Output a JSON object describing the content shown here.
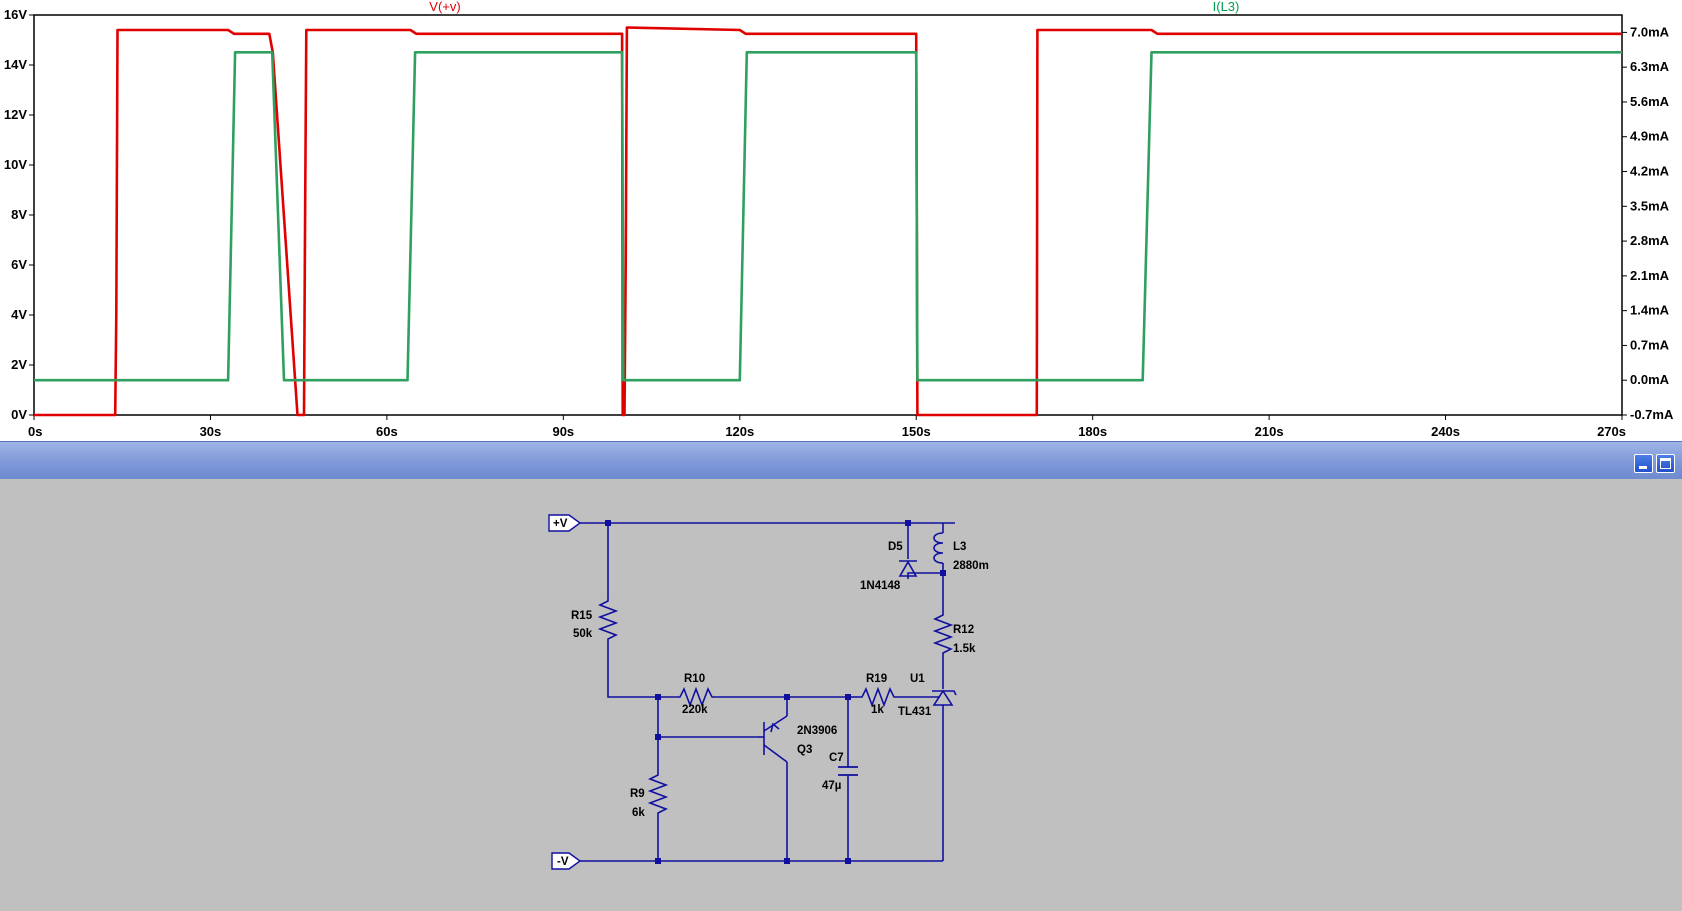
{
  "plot": {
    "trace_labels": [
      {
        "text": "V(+v)",
        "color": "#e00000"
      },
      {
        "text": "I(L3)",
        "color": "#00a050"
      }
    ],
    "left_axis": {
      "unit": "V",
      "min": 0,
      "max": 16,
      "ticks": [
        "0V",
        "2V",
        "4V",
        "6V",
        "8V",
        "10V",
        "12V",
        "14V",
        "16V"
      ]
    },
    "right_axis": {
      "unit": "mA",
      "min": -0.7,
      "max": 7.35,
      "ticks": [
        "-0.7mA",
        "0.0mA",
        "0.7mA",
        "1.4mA",
        "2.1mA",
        "2.8mA",
        "3.5mA",
        "4.2mA",
        "4.9mA",
        "5.6mA",
        "6.3mA",
        "7.0mA"
      ]
    },
    "x_axis": {
      "unit": "s",
      "min": 0,
      "max": 270,
      "ticks": [
        "0s",
        "30s",
        "60s",
        "90s",
        "120s",
        "150s",
        "180s",
        "210s",
        "240s",
        "270s"
      ]
    },
    "series": [
      {
        "name": "V(+v)",
        "axis": "left",
        "color": "#e00000",
        "points": [
          [
            0,
            0
          ],
          [
            13.8,
            0
          ],
          [
            14,
            4
          ],
          [
            14.2,
            15.4
          ],
          [
            33,
            15.4
          ],
          [
            34,
            15.25
          ],
          [
            40,
            15.25
          ],
          [
            40.6,
            14.5
          ],
          [
            44.8,
            0
          ],
          [
            45.9,
            0
          ],
          [
            46.1,
            8
          ],
          [
            46.3,
            15.4
          ],
          [
            64,
            15.4
          ],
          [
            65,
            15.25
          ],
          [
            100,
            15.25
          ],
          [
            100.1,
            0
          ],
          [
            100.4,
            0
          ],
          [
            100.6,
            6
          ],
          [
            100.8,
            15.5
          ],
          [
            120,
            15.4
          ],
          [
            121,
            15.25
          ],
          [
            150,
            15.25
          ],
          [
            150.2,
            0
          ],
          [
            170.5,
            0
          ],
          [
            170.6,
            15.4
          ],
          [
            190,
            15.4
          ],
          [
            191,
            15.25
          ],
          [
            270,
            15.25
          ]
        ]
      },
      {
        "name": "I(L3)",
        "axis": "right",
        "color": "#30a060",
        "points": [
          [
            0,
            0
          ],
          [
            33,
            0
          ],
          [
            34.2,
            6.6
          ],
          [
            40.5,
            6.6
          ],
          [
            42.5,
            0
          ],
          [
            63.5,
            0
          ],
          [
            64.8,
            6.6
          ],
          [
            100,
            6.6
          ],
          [
            100.2,
            0
          ],
          [
            120,
            0
          ],
          [
            121.2,
            6.6
          ],
          [
            150,
            6.6
          ],
          [
            150.2,
            0
          ],
          [
            188.5,
            0
          ],
          [
            190,
            6.6
          ],
          [
            270,
            6.6
          ]
        ]
      }
    ]
  },
  "schematic": {
    "labels": {
      "pos_supply": "+V",
      "neg_supply": "-V",
      "r15_name": "R15",
      "r15_value": "50k",
      "r10_name": "R10",
      "r10_value": "220k",
      "r9_name": "R9",
      "r9_value": "6k",
      "q3_model": "2N3906",
      "q3_name": "Q3",
      "c7_name": "C7",
      "c7_value": "47µ",
      "r19_name": "R19",
      "r19_value": "1k",
      "u1_name": "U1",
      "u1_model": "TL431",
      "r12_name": "R12",
      "r12_value": "1.5k",
      "d5_name": "D5",
      "d5_model": "1N4148",
      "l3_name": "L3",
      "l3_value": "2880m"
    }
  }
}
